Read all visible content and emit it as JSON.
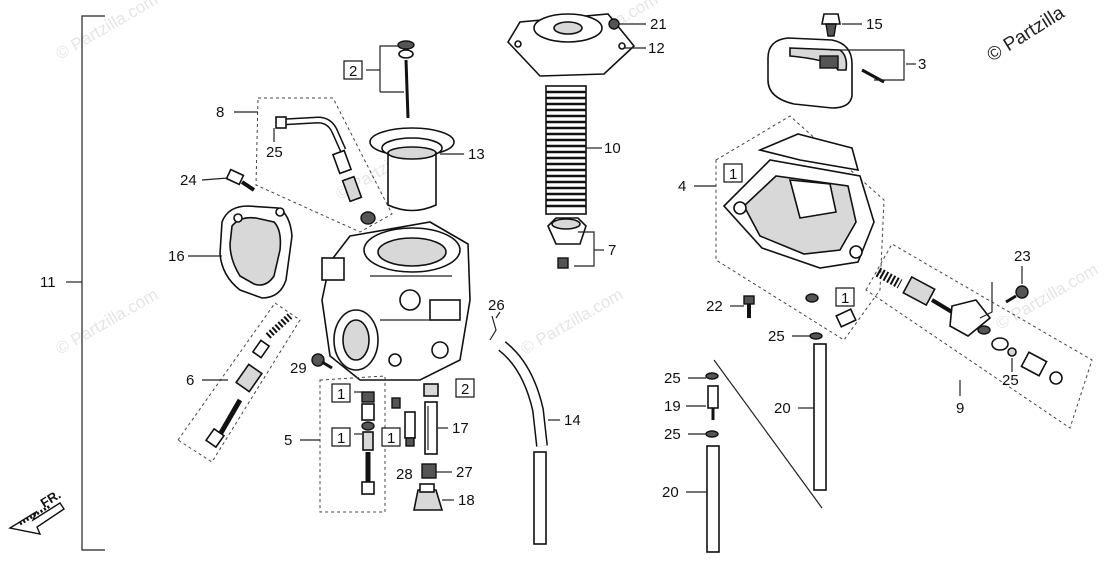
{
  "copyright": "© Partzilla",
  "watermark": "© Partzilla.com",
  "direction_label": "FR.",
  "callouts": [
    "1",
    "2",
    "3",
    "4",
    "5",
    "6",
    "7",
    "8",
    "9",
    "10",
    "11",
    "12",
    "13",
    "14",
    "15",
    "16",
    "17",
    "18",
    "19",
    "20",
    "21",
    "22",
    "23",
    "24",
    "25",
    "26",
    "27",
    "28",
    "29"
  ],
  "boxed_callouts": [
    "1",
    "2"
  ]
}
